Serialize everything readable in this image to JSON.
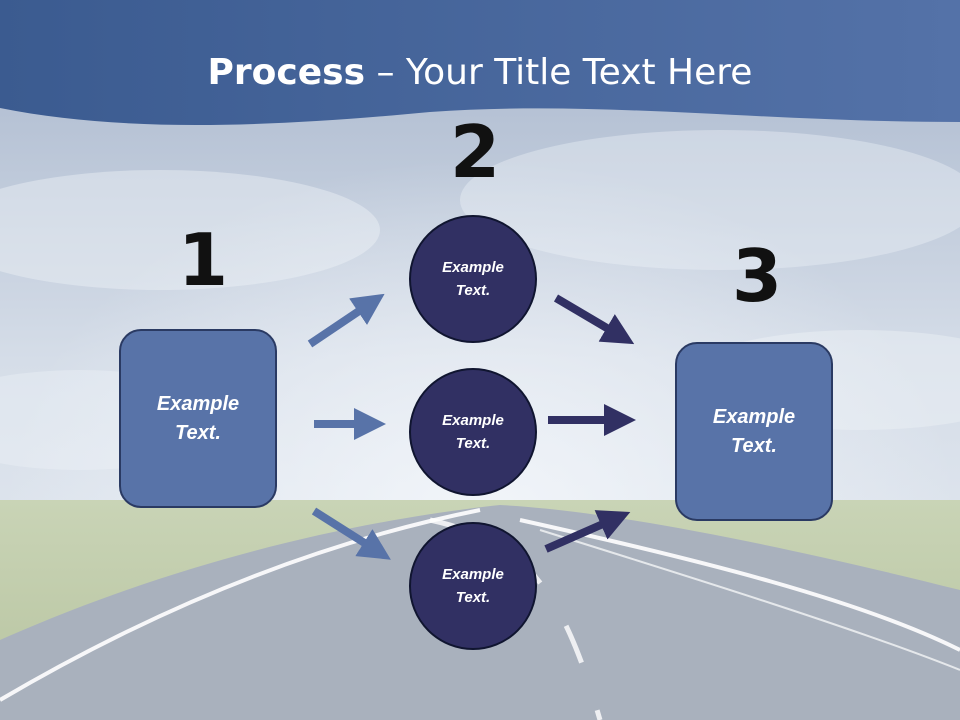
{
  "title": {
    "bold": "Process",
    "rest": " – Your Title Text Here"
  },
  "steps": [
    {
      "number": "1",
      "text": "Example\nText."
    },
    {
      "number": "2",
      "items": [
        "Example\nText.",
        "Example\nText.",
        "Example\nText."
      ]
    },
    {
      "number": "3",
      "text": "Example\nText."
    }
  ],
  "colors": {
    "header": "#3a5f96",
    "box": "#5873a8",
    "circle": "#313063",
    "arrow_light": "#5873a8",
    "arrow_dark": "#313063"
  }
}
